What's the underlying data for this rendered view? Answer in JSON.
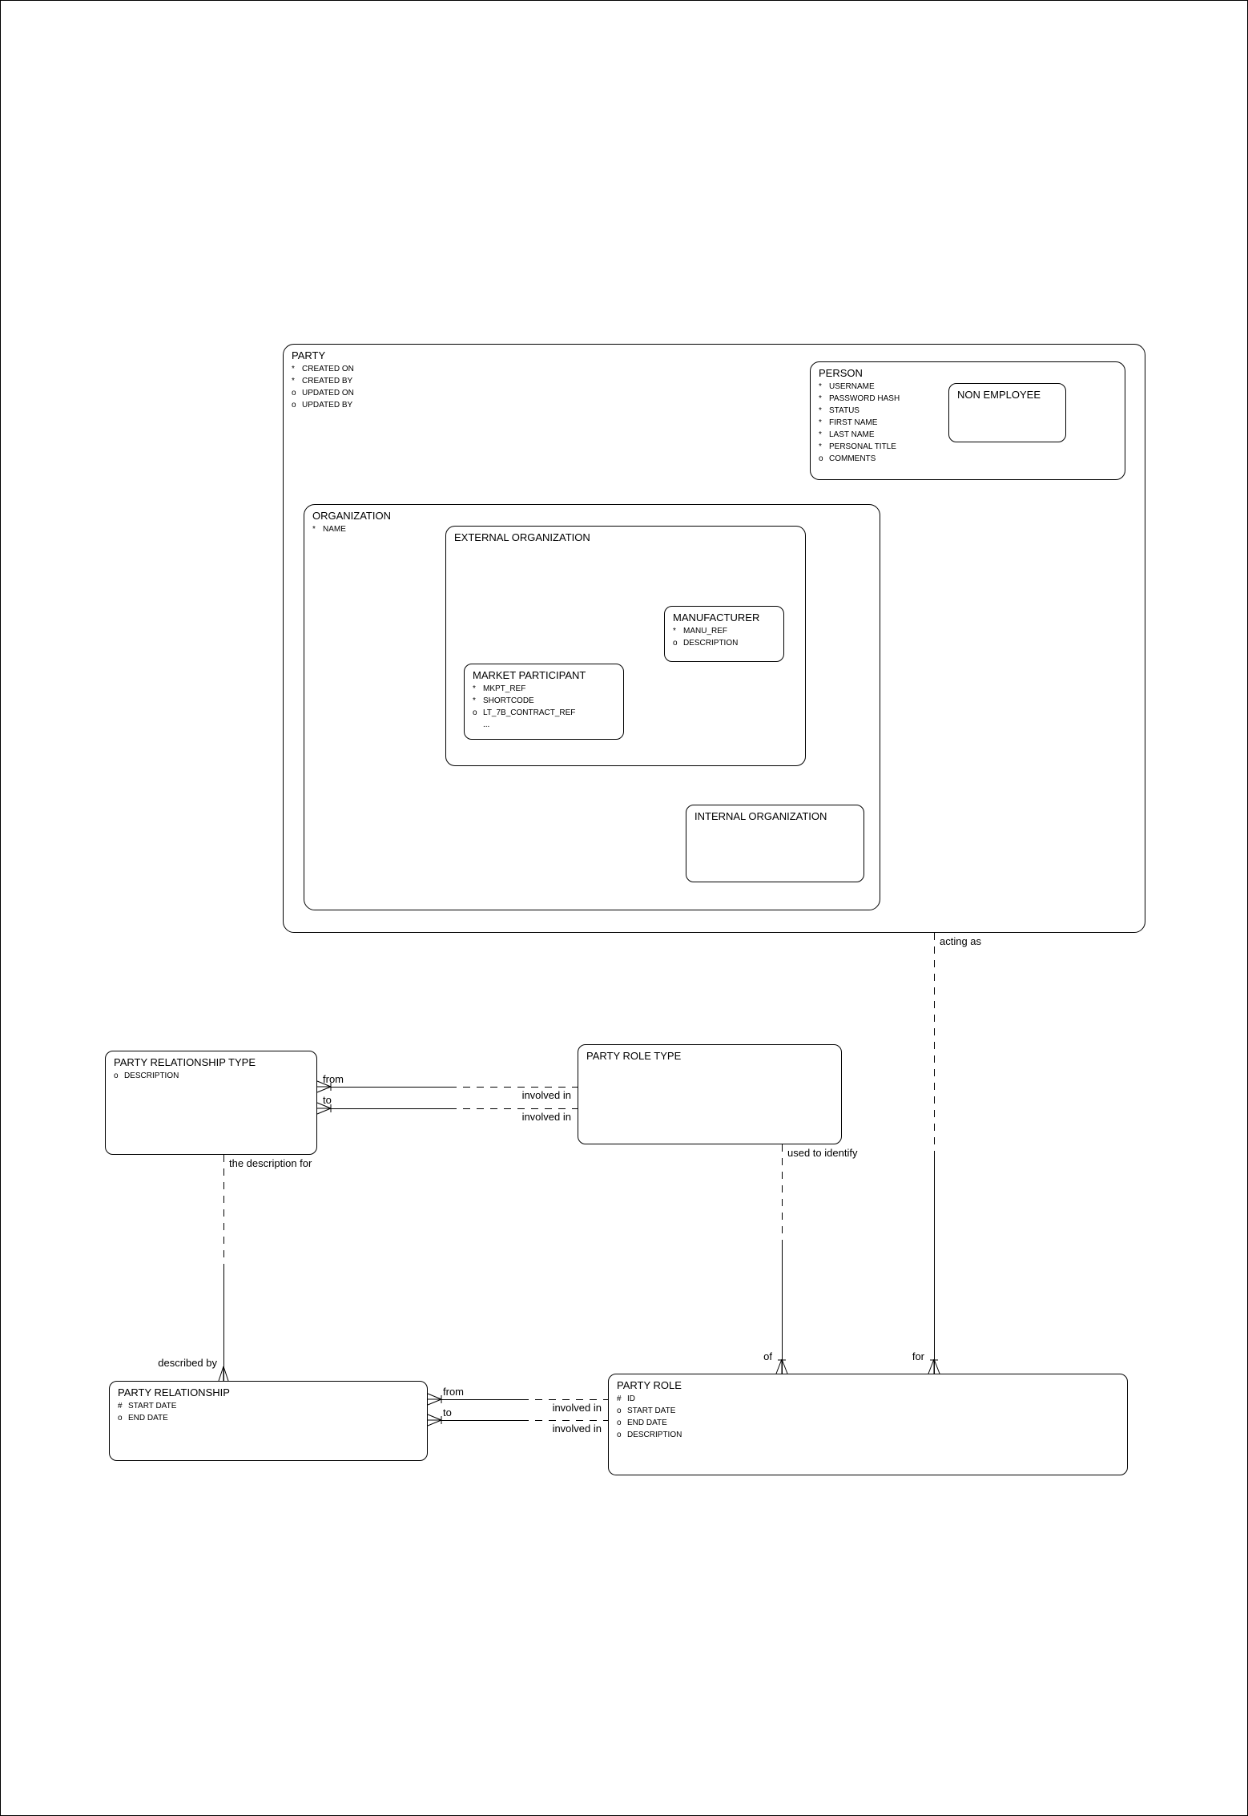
{
  "diagram": {
    "entities": {
      "party": {
        "title": "PARTY",
        "attrs": [
          {
            "m": "*",
            "t": "CREATED ON"
          },
          {
            "m": "*",
            "t": "CREATED BY"
          },
          {
            "m": "o",
            "t": "UPDATED ON"
          },
          {
            "m": "o",
            "t": "UPDATED BY"
          }
        ]
      },
      "person": {
        "title": "PERSON",
        "attrs": [
          {
            "m": "*",
            "t": "USERNAME"
          },
          {
            "m": "*",
            "t": "PASSWORD HASH"
          },
          {
            "m": "*",
            "t": "STATUS"
          },
          {
            "m": "*",
            "t": "FIRST NAME"
          },
          {
            "m": "*",
            "t": "LAST NAME"
          },
          {
            "m": "*",
            "t": "PERSONAL TITLE"
          },
          {
            "m": "o",
            "t": "COMMENTS"
          }
        ]
      },
      "non_employee": {
        "title": "NON EMPLOYEE",
        "attrs": []
      },
      "organization": {
        "title": "ORGANIZATION",
        "attrs": [
          {
            "m": "*",
            "t": "NAME"
          }
        ]
      },
      "external_organization": {
        "title": "EXTERNAL ORGANIZATION",
        "attrs": []
      },
      "manufacturer": {
        "title": "MANUFACTURER",
        "attrs": [
          {
            "m": "*",
            "t": "MANU_REF"
          },
          {
            "m": "o",
            "t": "DESCRIPTION"
          }
        ]
      },
      "market_participant": {
        "title": "MARKET PARTICIPANT",
        "attrs": [
          {
            "m": "*",
            "t": "MKPT_REF"
          },
          {
            "m": "*",
            "t": "SHORTCODE"
          },
          {
            "m": "o",
            "t": "LT_7B_CONTRACT_REF"
          },
          {
            "m": "",
            "t": "..."
          }
        ]
      },
      "internal_organization": {
        "title": "INTERNAL ORGANIZATION",
        "attrs": []
      },
      "party_relationship_type": {
        "title": "PARTY RELATIONSHIP TYPE",
        "attrs": [
          {
            "m": "o",
            "t": "DESCRIPTION"
          }
        ]
      },
      "party_role_type": {
        "title": "PARTY ROLE TYPE",
        "attrs": []
      },
      "party_relationship": {
        "title": "PARTY RELATIONSHIP",
        "attrs": [
          {
            "m": "#",
            "t": "START DATE"
          },
          {
            "m": "o",
            "t": "END DATE"
          }
        ]
      },
      "party_role": {
        "title": "PARTY ROLE",
        "attrs": [
          {
            "m": "#",
            "t": "ID"
          },
          {
            "m": "o",
            "t": "START DATE"
          },
          {
            "m": "o",
            "t": "END DATE"
          },
          {
            "m": "o",
            "t": "DESCRIPTION"
          }
        ]
      }
    },
    "labels": {
      "acting_as": "acting as",
      "for": "for",
      "used_to_identify": "used to identify",
      "of": "of",
      "the_description_for": "the description for",
      "described_by": "described by",
      "type_from": "from",
      "type_to": "to",
      "type_involved_in_1": "involved in",
      "type_involved_in_2": "involved in",
      "rel_from": "from",
      "rel_to": "to",
      "rel_involved_in_1": "involved in",
      "rel_involved_in_2": "involved in"
    },
    "colors": {
      "line": "#000000",
      "background": "#ffffff"
    }
  }
}
